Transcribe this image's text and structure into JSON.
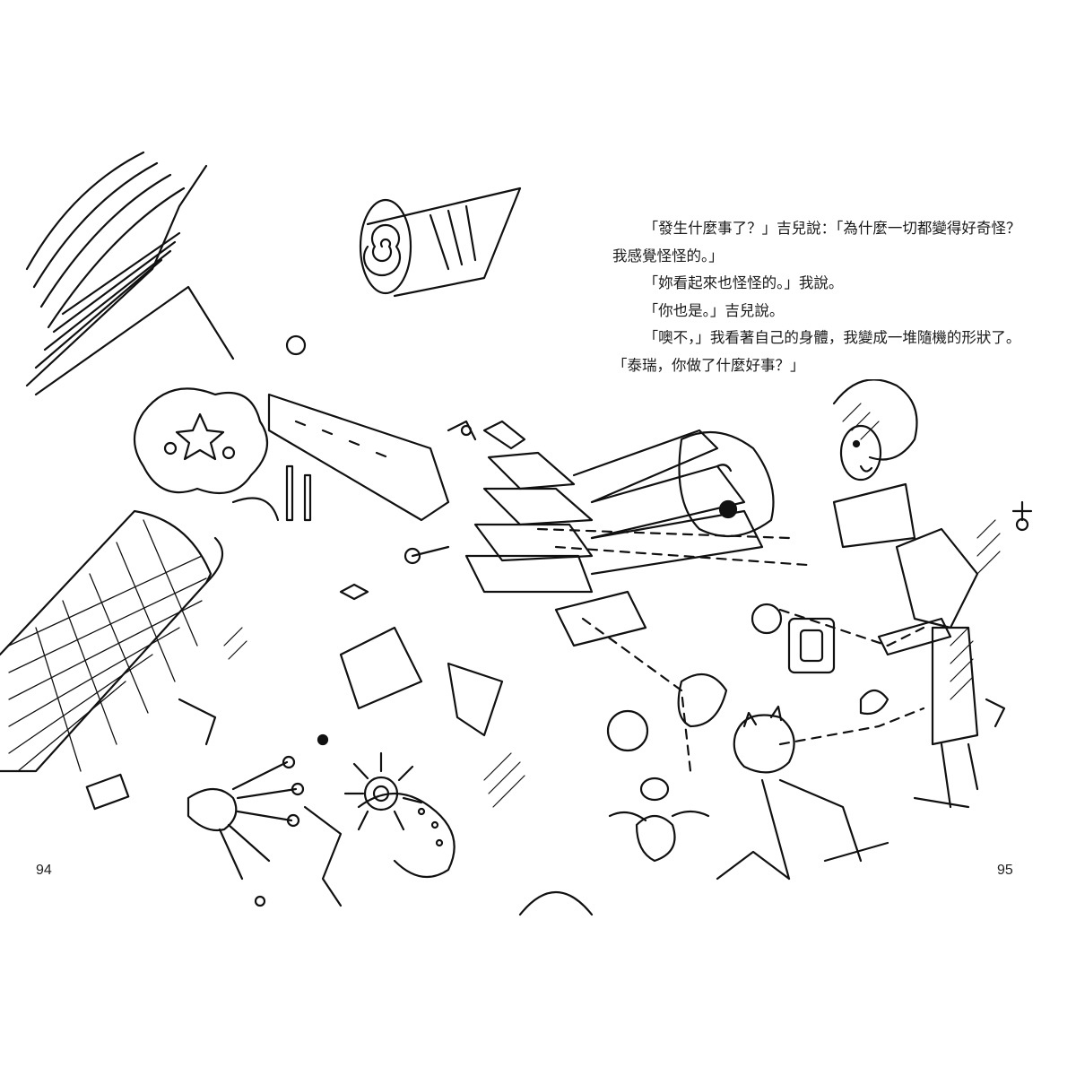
{
  "text": {
    "paragraphs": [
      "「發生什麼事了？」吉兒說：「為什麼一切都變得好奇怪？我感覺怪怪的。」",
      "「妳看起來也怪怪的。」我說。",
      "「你也是。」吉兒說。",
      "「噢不，」我看著自己的身體，我變成一堆隨機的形狀了。「泰瑞，你做了什麼好事？」"
    ]
  },
  "page_numbers": {
    "left": "94",
    "right": "95"
  }
}
